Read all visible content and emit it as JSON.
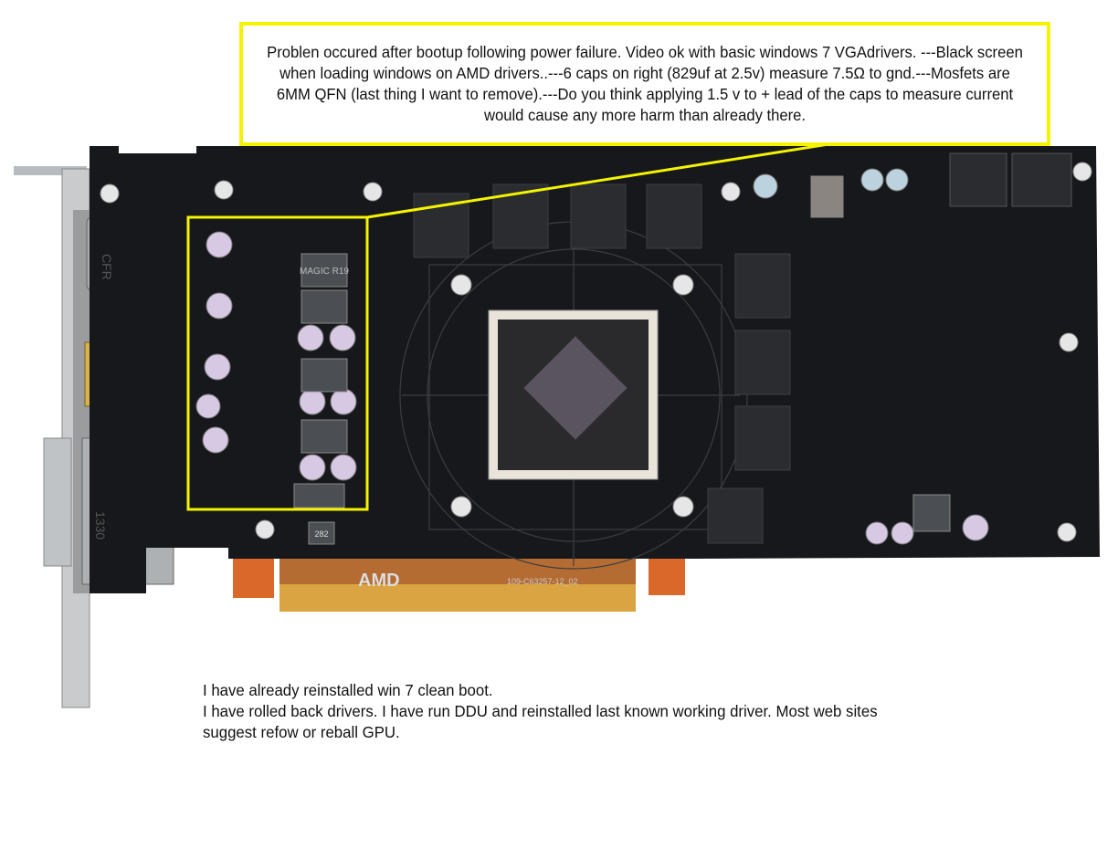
{
  "callout": {
    "text": "Problen occured after bootup following power failure. Video ok with basic windows 7 VGAdrivers. ---Black screen when loading windows on AMD drivers..---6 caps on right (829uf at 2.5v) measure 7.5Ω to gnd.---Mosfets are 6MM QFN (last thing I want to remove).---Do you think applying 1.5 v to + lead of the caps to measure current would cause any more harm than already there.",
    "border_color": "#f4f400"
  },
  "notes": {
    "line1": "I have already reinstalled win 7 clean boot.",
    "line2": "I have rolled back drivers. I have run DDU and reinstalled last known working driver. Most web sites",
    "line3": "suggest refow or reball GPU."
  },
  "pcb_markings": {
    "brand": "AMD",
    "part_number": "109-C63257-12_02",
    "bracket_label": "CFR",
    "dvi_label": "1330",
    "inductor_label": "MAGIC R19",
    "inductor_label_small": "282"
  },
  "colors": {
    "pcb": "#17181b",
    "highlight": "#f4f400",
    "gold": "#d9a441",
    "edge": "#d9682a"
  }
}
